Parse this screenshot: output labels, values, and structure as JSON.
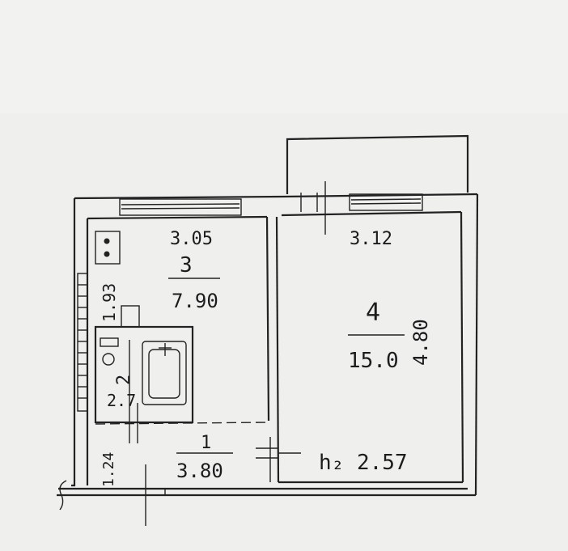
{
  "plan": {
    "rooms": [
      {
        "number": "1",
        "area": "3.80"
      },
      {
        "number": "2",
        "area": "2.7"
      },
      {
        "number": "3",
        "area": "7.90"
      },
      {
        "number": "4",
        "area": "15.0"
      }
    ],
    "dimensions": {
      "kitchen_width": "3.05",
      "room_width": "3.12",
      "room_length": "4.80",
      "kitchen_depth": "1.93",
      "hall_depth": "1.24"
    },
    "ceiling_height": "h₂ 2.57"
  }
}
